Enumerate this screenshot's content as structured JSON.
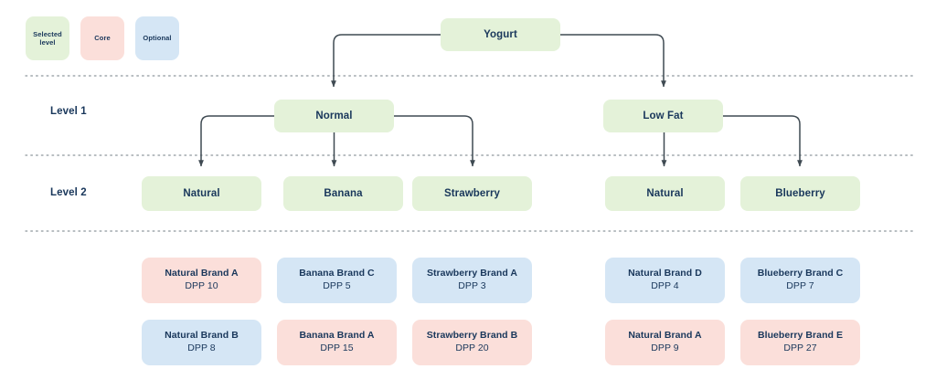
{
  "legend": {
    "items": [
      {
        "label": "Selected level",
        "style": "selected",
        "color": "#e4f2d9"
      },
      {
        "label": "Core",
        "style": "core",
        "color": "#fbdfda"
      },
      {
        "label": "Optional",
        "style": "optional",
        "color": "#d5e6f5"
      }
    ]
  },
  "rows": {
    "level1_label": "Level 1",
    "level2_label": "Level 2"
  },
  "tree": {
    "root": {
      "label": "Yogurt"
    },
    "level1": [
      {
        "label": "Normal"
      },
      {
        "label": "Low Fat"
      }
    ],
    "level2": [
      {
        "label": "Natural"
      },
      {
        "label": "Banana"
      },
      {
        "label": "Strawberry"
      },
      {
        "label": "Natural"
      },
      {
        "label": "Blueberry"
      }
    ]
  },
  "brands": {
    "row0": [
      {
        "name": "Natural Brand A",
        "dpp": "DPP 10",
        "type": "core"
      },
      {
        "name": "Banana Brand C",
        "dpp": "DPP 5",
        "type": "optional"
      },
      {
        "name": "Strawberry Brand A",
        "dpp": "DPP 3",
        "type": "optional"
      },
      {
        "name": "Natural Brand D",
        "dpp": "DPP 4",
        "type": "optional"
      },
      {
        "name": "Blueberry Brand C",
        "dpp": "DPP 7",
        "type": "optional"
      }
    ],
    "row1": [
      {
        "name": "Natural Brand B",
        "dpp": "DPP 8",
        "type": "optional"
      },
      {
        "name": "Banana Brand A",
        "dpp": "DPP 15",
        "type": "core"
      },
      {
        "name": "Strawberry Brand B",
        "dpp": "DPP 20",
        "type": "core"
      },
      {
        "name": "Natural Brand A",
        "dpp": "DPP 9",
        "type": "core"
      },
      {
        "name": "Blueberry Brand E",
        "dpp": "DPP 27",
        "type": "core"
      }
    ]
  },
  "colors": {
    "selected": "#e4f2d9",
    "core": "#fbdfda",
    "optional": "#d5e6f5",
    "text": "#19375b",
    "connector": "#3f4a52",
    "divider": "#9aa3a8",
    "background": "#ffffff"
  }
}
